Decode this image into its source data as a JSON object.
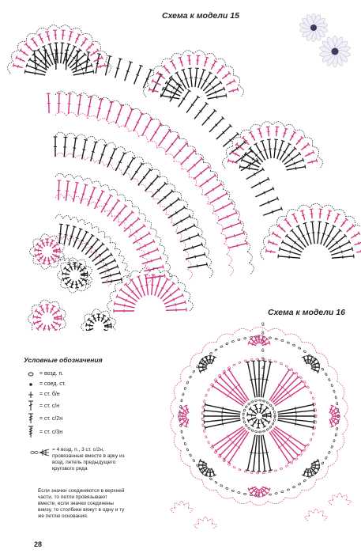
{
  "titles": {
    "model15": "Схема к модели 15",
    "model16": "Схема к модели 16"
  },
  "legend": {
    "title": "Условные обозначения",
    "items": [
      {
        "symbol": "chain-icon",
        "text": "= возд. п."
      },
      {
        "symbol": "slip-stitch-icon",
        "text": "= соед. ст."
      },
      {
        "symbol": "single-crochet-icon",
        "text": "= ст. б/н"
      },
      {
        "symbol": "double-crochet-icon",
        "text": "= ст. с/н"
      },
      {
        "symbol": "treble-crochet-icon",
        "text": "= ст. с/2н"
      },
      {
        "symbol": "triple-treble-icon",
        "text": "= ст. с/3н"
      }
    ],
    "complex_text": "= 4 возд. п., 3 ст. с/2н, провязанные вместе в арку из возд. петель предыдущего кругового ряда",
    "note": "Если значки соединяются в верхней части, то петли провязывают вместе, если значки соединены внизу, то столбики вяжут в одну и ту же петлю основания."
  },
  "page_number": "28",
  "diagram16_labels": [
    "9",
    "8",
    "7",
    "6",
    "5",
    "4",
    "3"
  ],
  "colors": {
    "pink": "#d0347f",
    "dark": "#1a1a1a",
    "flower_petal": "#f4f0fa",
    "flower_center": "#3a3a5a"
  }
}
